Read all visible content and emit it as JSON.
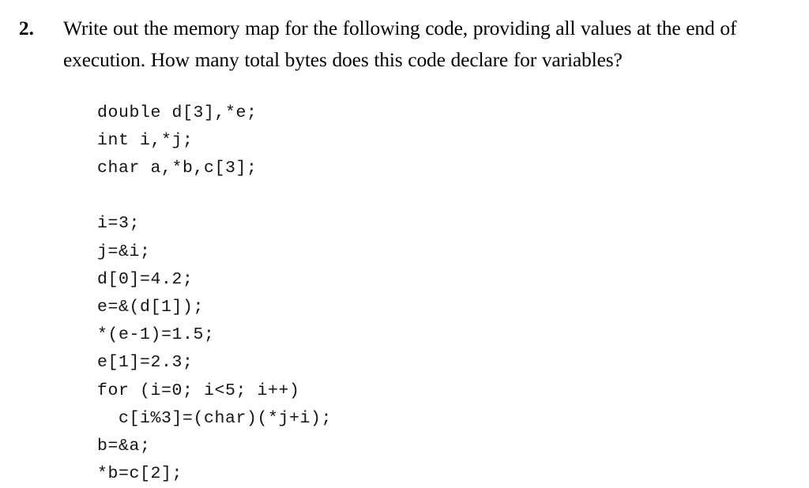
{
  "question": {
    "number": "2.",
    "text": "Write out the memory map for the following code, providing all values at the end of execution. How many total bytes does this code declare for variables?"
  },
  "code": {
    "language": "c",
    "lines": [
      "double d[3],*e;",
      "int i,*j;",
      "char a,*b,c[3];",
      "",
      "i=3;",
      "j=&i;",
      "d[0]=4.2;",
      "e=&(d[1]);",
      "*(e-1)=1.5;",
      "e[1]=2.3;",
      "for (i=0; i<5; i++)",
      "  c[i%3]=(char)(*j+i);",
      "b=&a;",
      "*b=c[2];"
    ]
  },
  "colors": {
    "background": "#ffffff",
    "text": "#000000",
    "code_text": "#141414"
  }
}
